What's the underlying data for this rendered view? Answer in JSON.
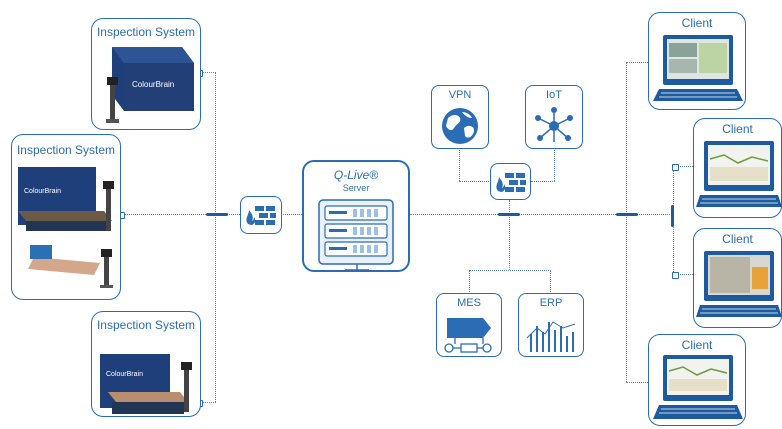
{
  "inspection": {
    "top_title": "Inspection System",
    "mid_title": "Inspection System",
    "bottom_title": "Inspection System",
    "brand_text": "ColourBrain"
  },
  "server": {
    "title": "Q-Live®",
    "subtitle": "Server"
  },
  "services": {
    "vpn": "VPN",
    "iot": "IoT",
    "mes": "MES",
    "erp": "ERP"
  },
  "clients": {
    "c1": "Client",
    "c2": "Client",
    "c3": "Client",
    "c4": "Client"
  },
  "colors": {
    "primary": "#2a6db5",
    "dark": "#1d5aa0",
    "machine": "#1e3f7a"
  }
}
